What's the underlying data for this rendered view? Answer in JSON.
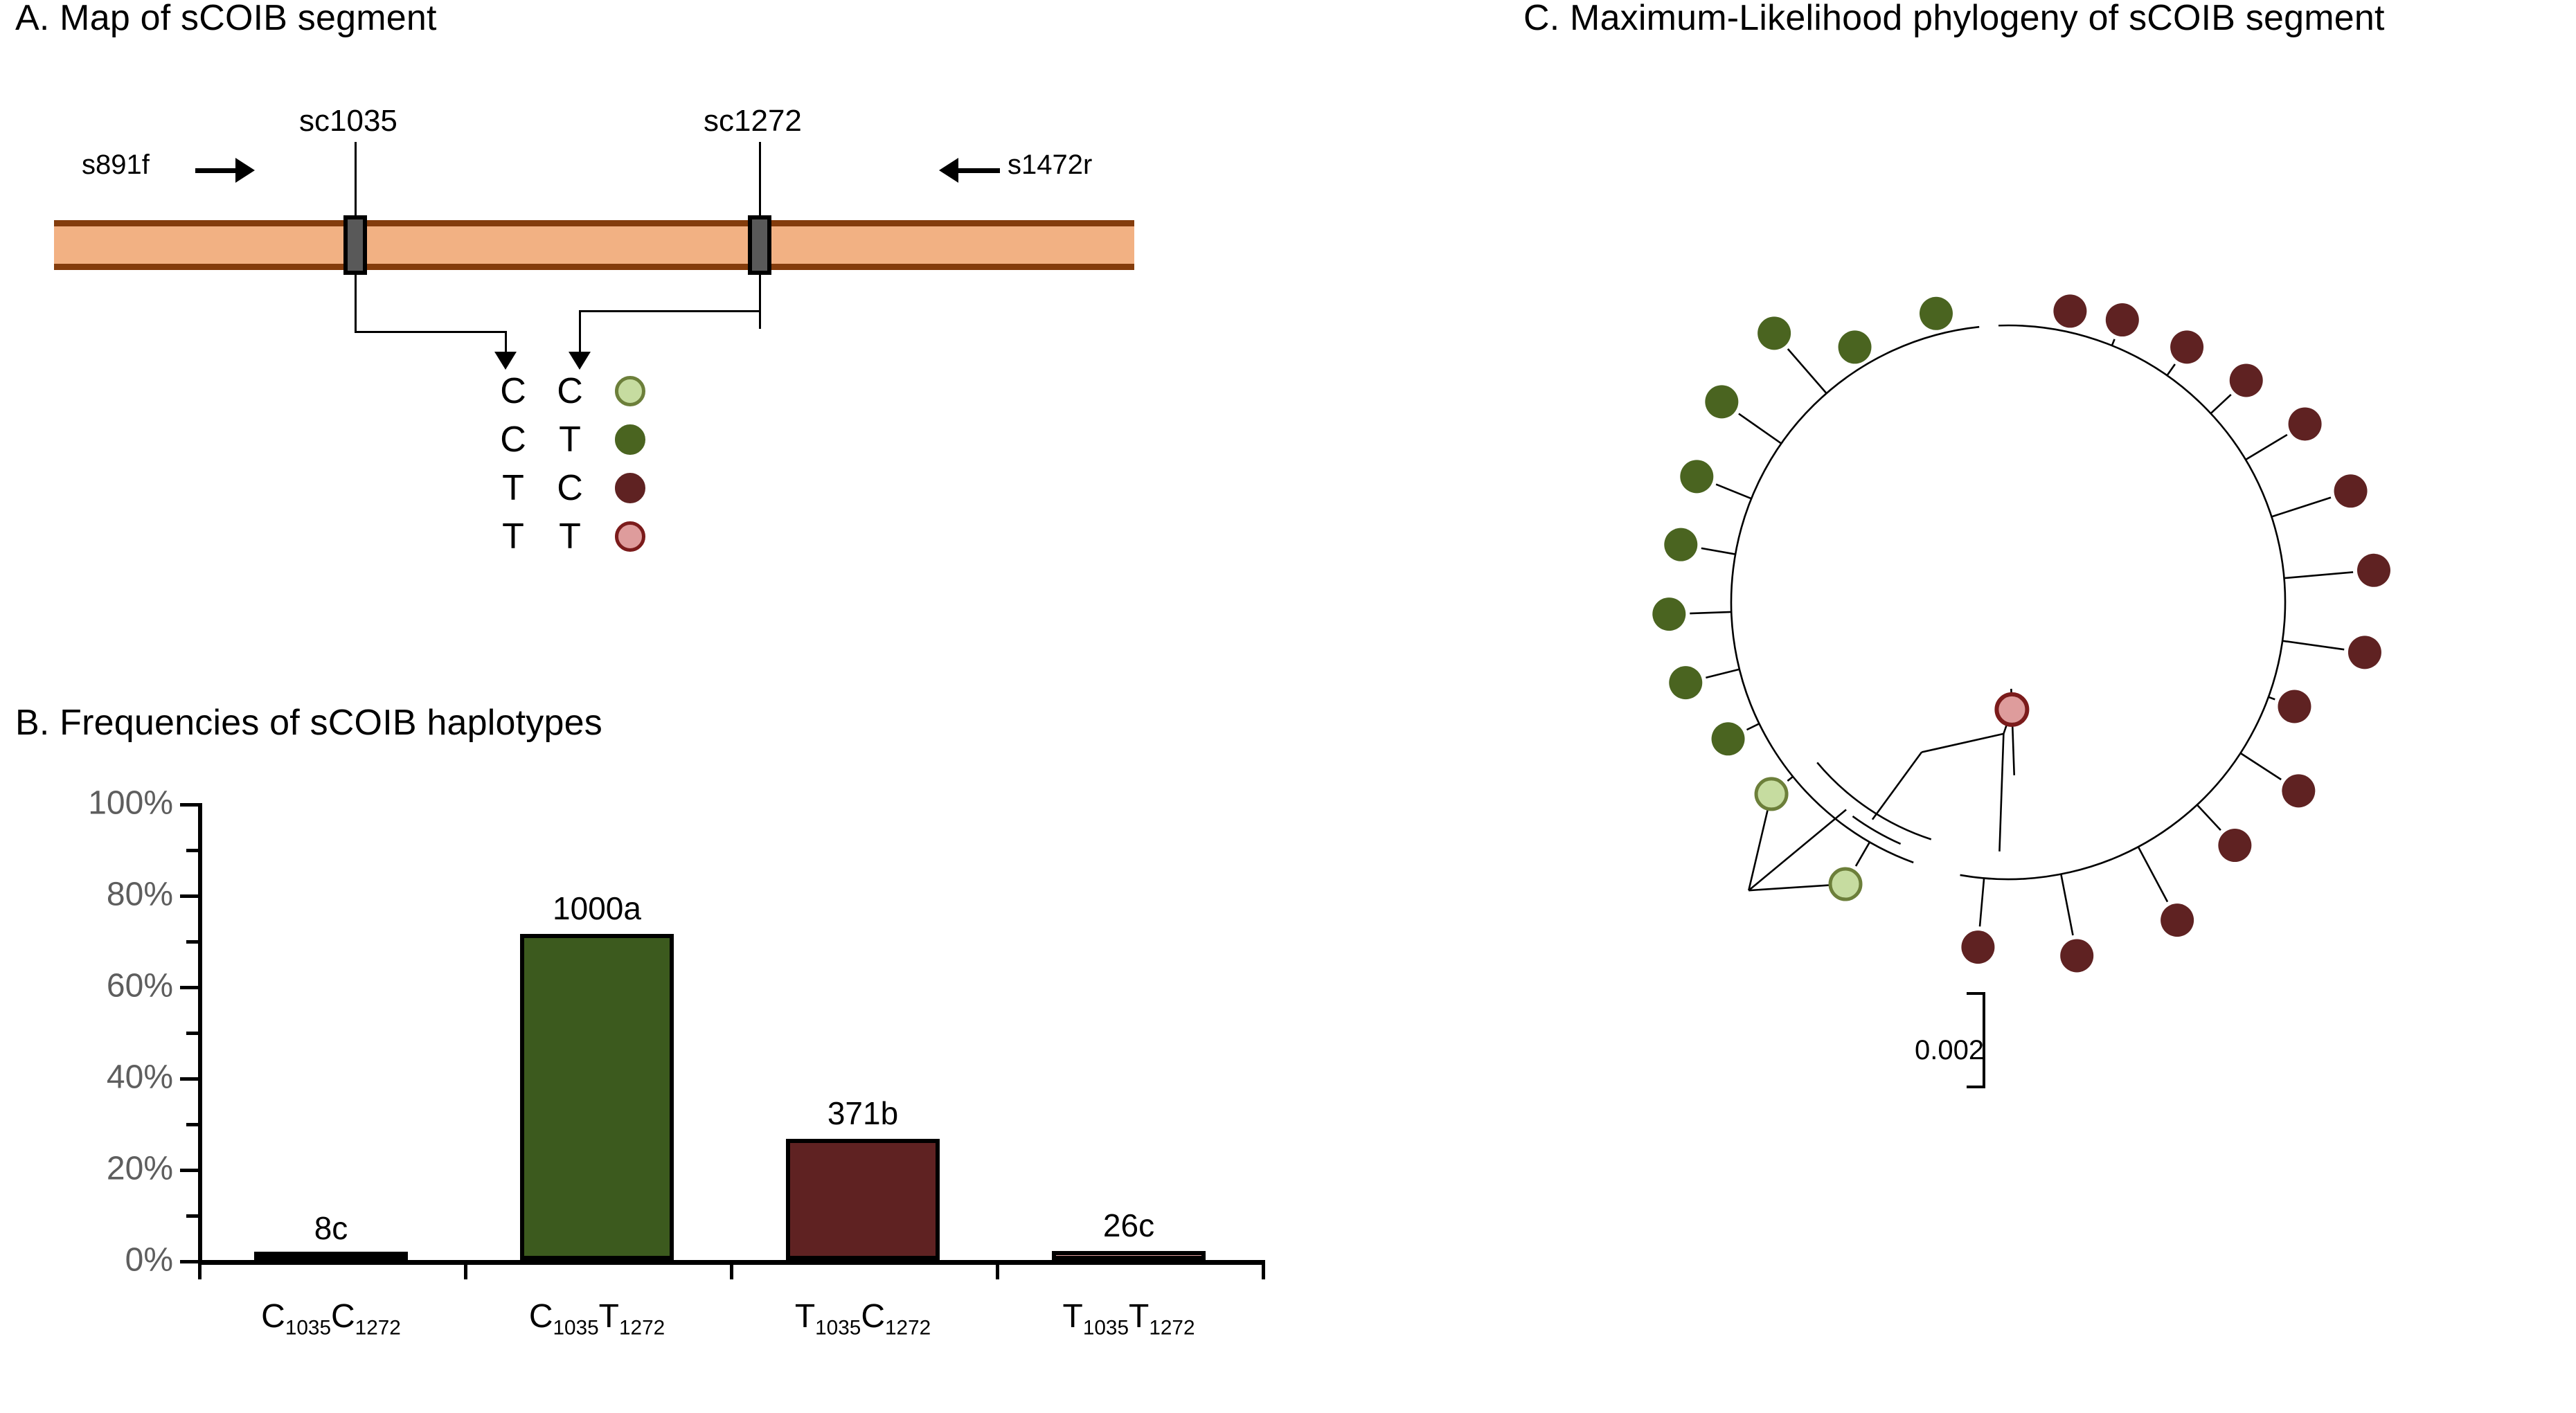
{
  "panels": {
    "a": {
      "title": "A. Map of sCOIB segment",
      "primer_forward": "s891f",
      "primer_reverse": "s1472r",
      "snp_labels": [
        "sc1035",
        "sc1272"
      ],
      "haplotype_rows": [
        {
          "base1": "C",
          "base2": "C",
          "fill": "#C6DCA0",
          "stroke": "#6C7F3A"
        },
        {
          "base1": "C",
          "base2": "T",
          "fill": "#4A6420",
          "stroke": "#4A6420"
        },
        {
          "base1": "T",
          "base2": "C",
          "fill": "#5F2222",
          "stroke": "#5F2222"
        },
        {
          "base1": "T",
          "base2": "T",
          "fill": "#DE9C9C",
          "stroke": "#7B1B1B"
        }
      ]
    },
    "b": {
      "title": "B. Frequencies of sCOIB haplotypes"
    },
    "c": {
      "title": "C. Maximum-Likelihood phylogeny of sCOIB segment",
      "scale_label": "0.002"
    }
  },
  "chart_data": {
    "type": "bar",
    "title": "B. Frequencies of sCOIB haplotypes",
    "xlabel": "",
    "ylabel": "",
    "ylim": [
      0,
      100
    ],
    "grid": false,
    "legend": "none",
    "ytick_labels": [
      "0%",
      "20%",
      "40%",
      "60%",
      "80%",
      "100%"
    ],
    "ytick_values": [
      0,
      20,
      40,
      60,
      80,
      100
    ],
    "yminor_values": [
      10,
      30,
      50,
      70,
      90
    ],
    "categories": [
      "C1035C1272",
      "C1035T1272",
      "T1035C1272",
      "T1035T1272"
    ],
    "category_parts": [
      {
        "b1": "C",
        "s1": "1035",
        "b2": "C",
        "s2": "1272"
      },
      {
        "b1": "C",
        "s1": "1035",
        "b2": "T",
        "s2": "1272"
      },
      {
        "b1": "T",
        "s1": "1035",
        "b2": "C",
        "s2": "1272"
      },
      {
        "b1": "T",
        "s1": "1035",
        "b2": "T",
        "s2": "1272"
      }
    ],
    "values": [
      0.6,
      71.3,
      26.5,
      1.9
    ],
    "data_labels": [
      "8c",
      "1000a",
      "371b",
      "26c"
    ],
    "colors": [
      "#111111",
      "#3C5A1E",
      "#5F2222",
      "#DE9C9C"
    ],
    "bar_edge_color": "#000000"
  },
  "tree_data": {
    "type": "phylogeny",
    "layout": "circular-unrooted",
    "scale_bar": "0.002",
    "tip_colors": {
      "CT": "#4A6420",
      "CC": "#C6DCA0",
      "TC": "#5F2222",
      "TT": "#DE9C9C"
    },
    "tip_counts": {
      "CT": 10,
      "CC": 2,
      "TC": 13,
      "TT": 1
    },
    "tips": [
      {
        "angle": 104,
        "r": 430,
        "type": "CT"
      },
      {
        "angle": 121,
        "r": 430,
        "type": "CT"
      },
      {
        "angle": 131,
        "r": 515,
        "type": "CT"
      },
      {
        "angle": 145,
        "r": 505,
        "type": "CT"
      },
      {
        "angle": 158,
        "r": 485,
        "type": "CT"
      },
      {
        "angle": 170,
        "r": 480,
        "type": "CT"
      },
      {
        "angle": 182,
        "r": 490,
        "type": "CT"
      },
      {
        "angle": 194,
        "r": 480,
        "type": "CT"
      },
      {
        "angle": 206,
        "r": 450,
        "type": "CT"
      },
      {
        "angle": 219,
        "r": 440,
        "type": "CC"
      },
      {
        "angle": 240,
        "r": 470,
        "type": "CC"
      },
      {
        "angle": 272,
        "r": 155,
        "type": "TT"
      },
      {
        "angle": 78,
        "r": 430,
        "type": "TC"
      },
      {
        "angle": 68,
        "r": 440,
        "type": "TC"
      },
      {
        "angle": 55,
        "r": 450,
        "type": "TC"
      },
      {
        "angle": 43,
        "r": 470,
        "type": "TC"
      },
      {
        "angle": 31,
        "r": 500,
        "type": "TC"
      },
      {
        "angle": 18,
        "r": 520,
        "type": "TC"
      },
      {
        "angle": 5,
        "r": 530,
        "type": "TC"
      },
      {
        "angle": -8,
        "r": 520,
        "type": "TC"
      },
      {
        "angle": -20,
        "r": 440,
        "type": "TC"
      },
      {
        "angle": -33,
        "r": 500,
        "type": "TC"
      },
      {
        "angle": -47,
        "r": 480,
        "type": "TC"
      },
      {
        "angle": -62,
        "r": 520,
        "type": "TC"
      },
      {
        "angle": -79,
        "r": 520,
        "type": "TC"
      },
      {
        "angle": -95,
        "r": 500,
        "type": "TC"
      }
    ]
  }
}
